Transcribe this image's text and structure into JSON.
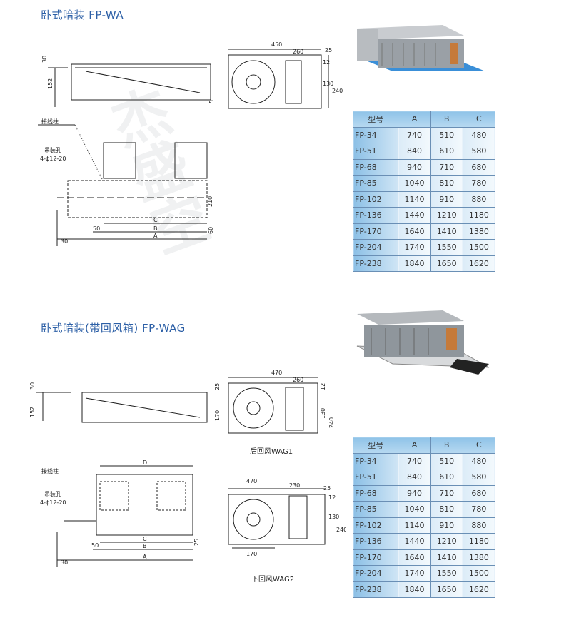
{
  "section1": {
    "title": "卧式暗装 FP-WA",
    "front_dims": [
      "30",
      "152",
      "5"
    ],
    "side_dims": [
      "450",
      "260",
      "25",
      "12",
      "130",
      "240"
    ],
    "plan_labels": {
      "terminal": "接线柱",
      "hanger": "吊装孔",
      "hanger_spec": "4-ϕ12-20",
      "d210": "210",
      "d60": "60",
      "d50": "50",
      "c": "C",
      "b": "B",
      "a": "A",
      "d30": "30"
    }
  },
  "section2": {
    "title": "卧式暗装(带回风箱) FP-WAG",
    "front_dims": [
      "30",
      "152"
    ],
    "side1_dims": [
      "470",
      "260",
      "25",
      "170",
      "12",
      "130",
      "240"
    ],
    "side1_caption": "后回风WAG1",
    "plan_labels": {
      "terminal": "接线柱",
      "hanger": "吊装孔",
      "hanger_spec": "4-ϕ12-20",
      "d": "D",
      "d25": "25",
      "d50": "50",
      "c": "C",
      "b": "B",
      "a": "A",
      "d30": "30"
    },
    "side2_dims": [
      "470",
      "230",
      "25",
      "12",
      "130",
      "240",
      "170"
    ],
    "side2_caption": "下回风WAG2"
  },
  "table_headers": [
    "型号",
    "A",
    "B",
    "C"
  ],
  "table_rows": [
    [
      "FP-34",
      "740",
      "510",
      "480"
    ],
    [
      "FP-51",
      "840",
      "610",
      "580"
    ],
    [
      "FP-68",
      "940",
      "710",
      "680"
    ],
    [
      "FP-85",
      "1040",
      "810",
      "780"
    ],
    [
      "FP-102",
      "1140",
      "910",
      "880"
    ],
    [
      "FP-136",
      "1440",
      "1210",
      "1180"
    ],
    [
      "FP-170",
      "1640",
      "1410",
      "1380"
    ],
    [
      "FP-204",
      "1740",
      "1550",
      "1500"
    ],
    [
      "FP-238",
      "1840",
      "1650",
      "1620"
    ]
  ],
  "watermark": "杰盛空调",
  "colors": {
    "title": "#2c5fa6",
    "table_header": "#8fc3e8"
  }
}
